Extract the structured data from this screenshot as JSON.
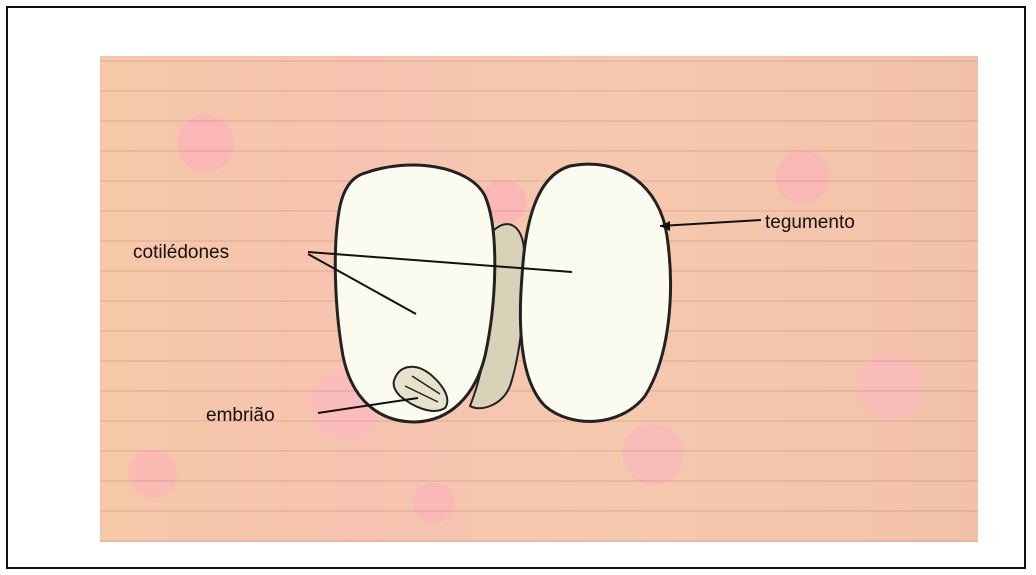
{
  "labels": {
    "cotyledons": "cotilédones",
    "seed_coat": "tegumento",
    "embryo": "embrião"
  },
  "colors": {
    "background_paper": "#f6c8a8",
    "seed_fill": "#fbfbef",
    "ink": "#111111"
  }
}
